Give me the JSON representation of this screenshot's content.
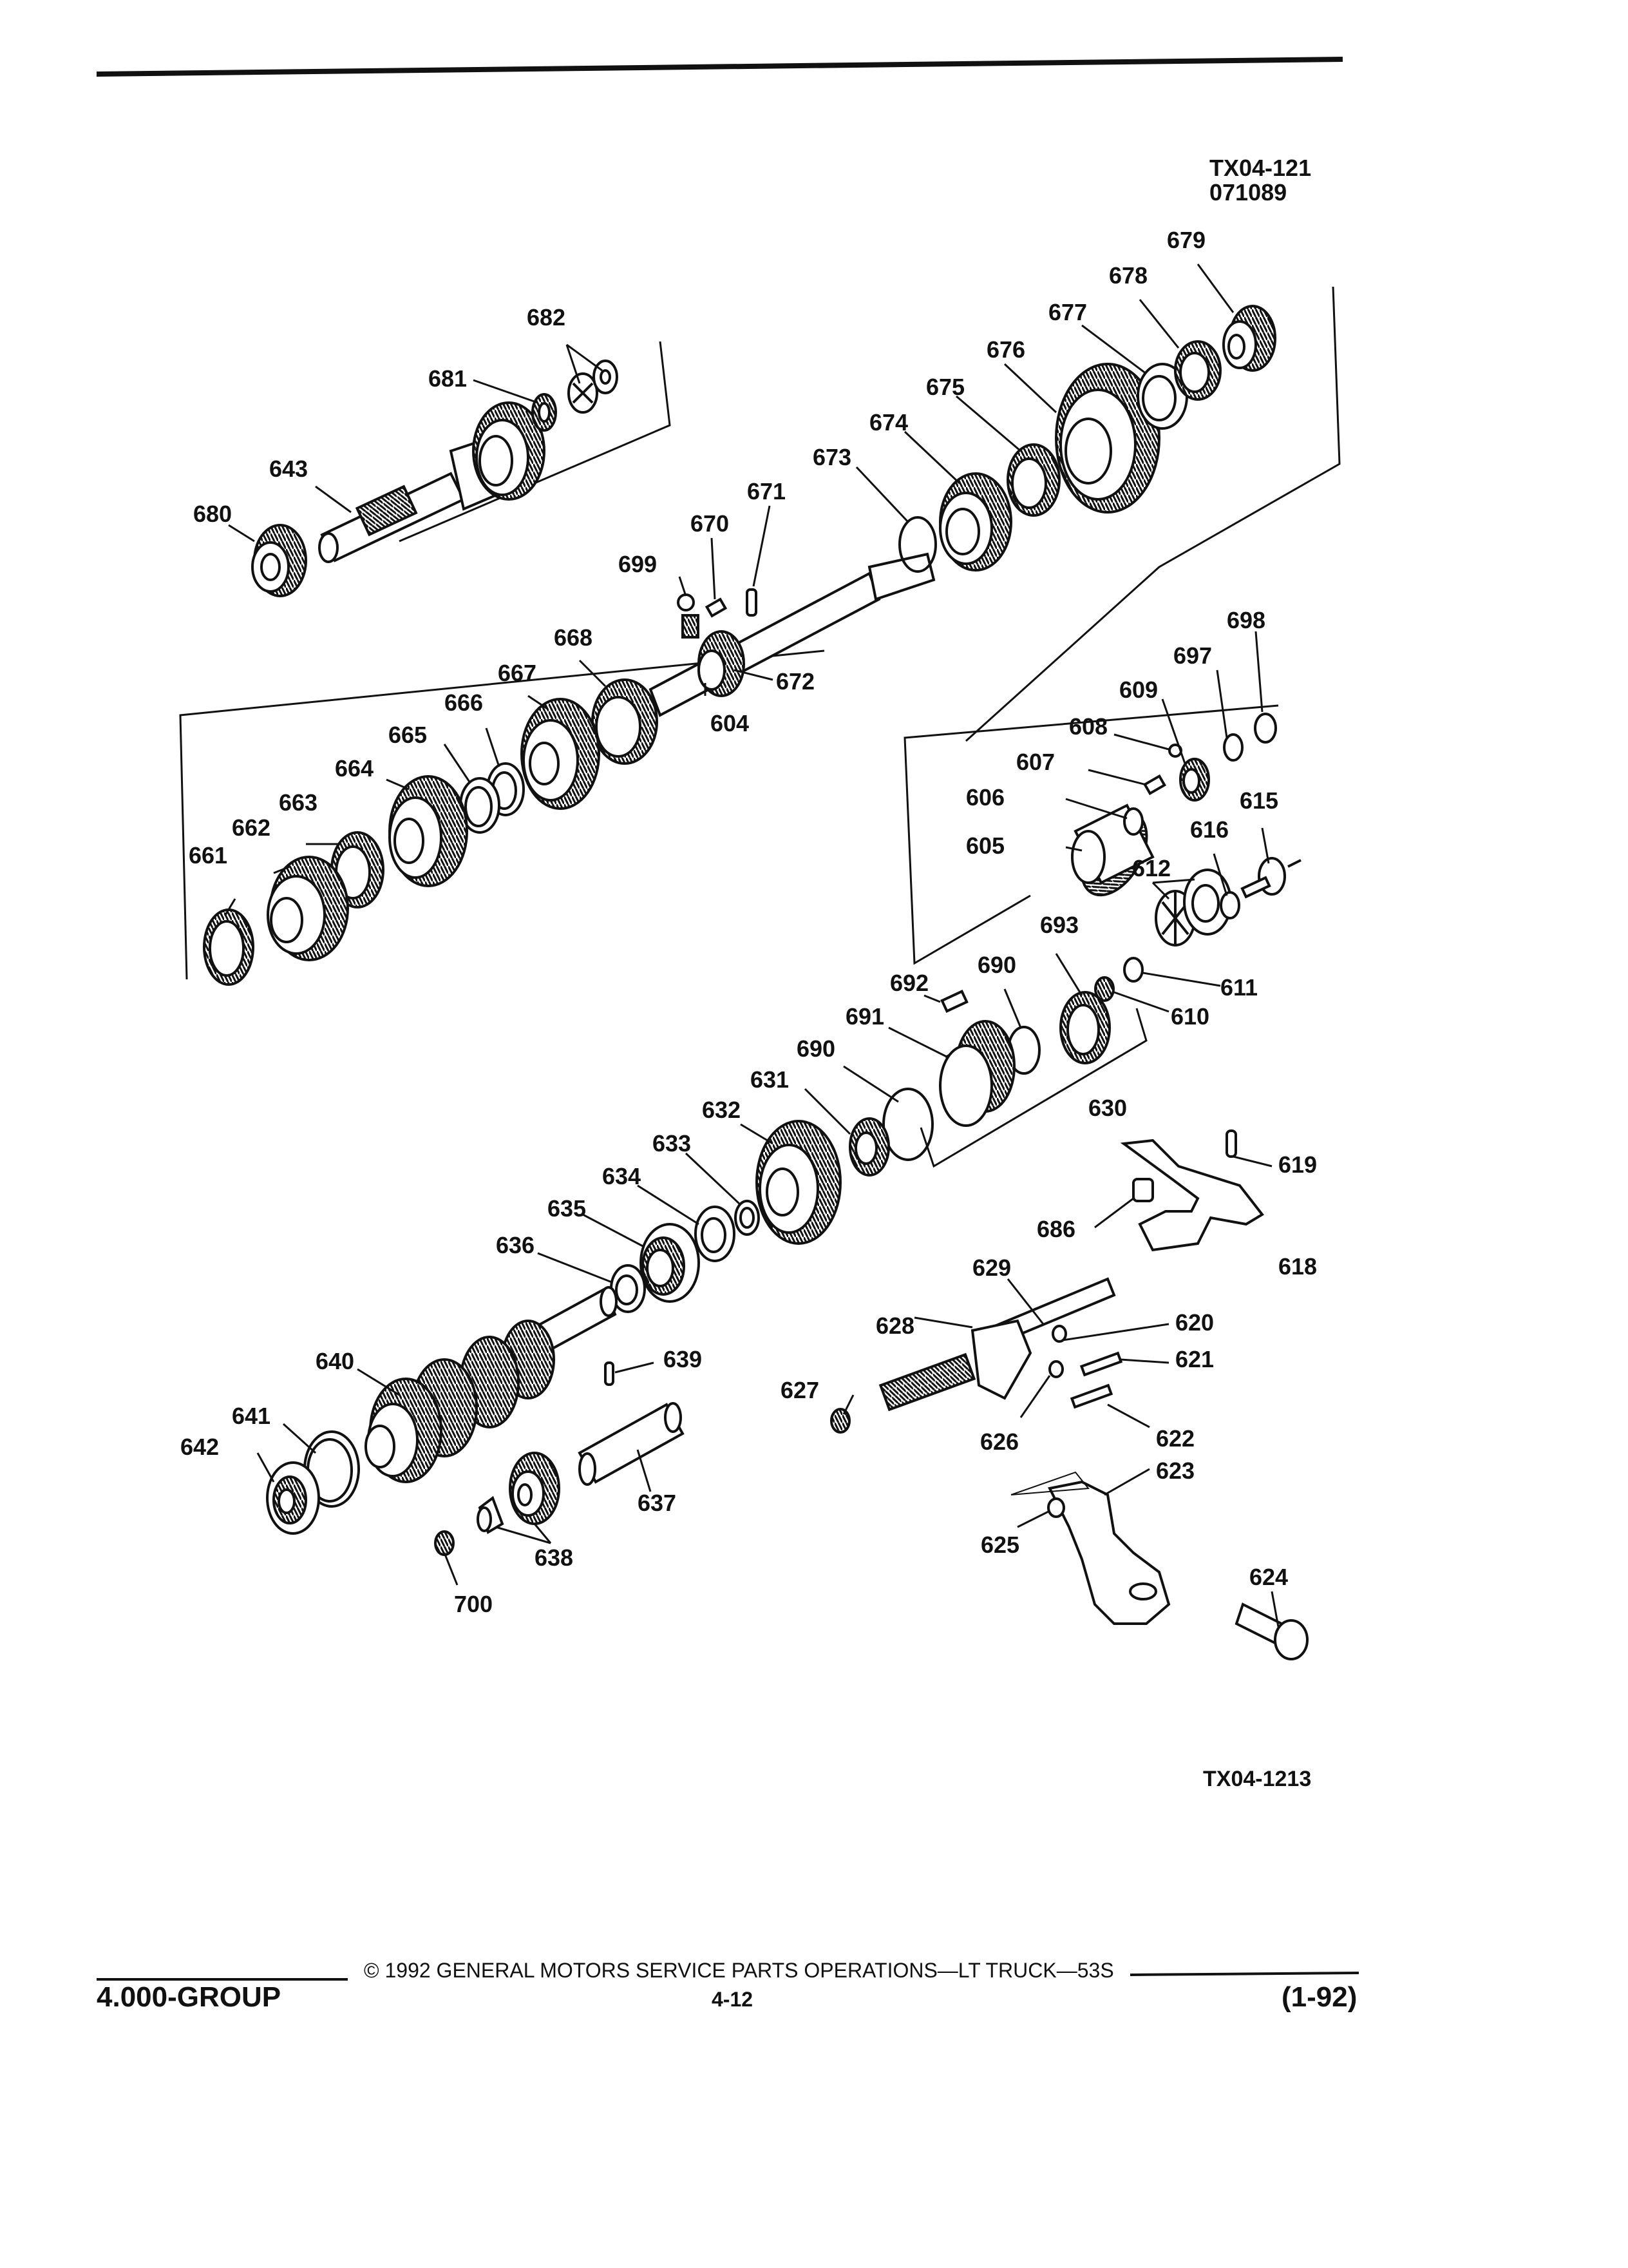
{
  "header": {
    "figure_code": "TX04-121",
    "figure_date": "071089"
  },
  "parts": {
    "p604": "604",
    "p605": "605",
    "p606": "606",
    "p607": "607",
    "p608": "608",
    "p609": "609",
    "p610": "610",
    "p611": "611",
    "p612": "612",
    "p615": "615",
    "p616": "616",
    "p618": "618",
    "p619": "619",
    "p620": "620",
    "p621": "621",
    "p622": "622",
    "p623": "623",
    "p624": "624",
    "p625": "625",
    "p626": "626",
    "p627": "627",
    "p628": "628",
    "p629": "629",
    "p630": "630",
    "p631": "631",
    "p632": "632",
    "p633": "633",
    "p634": "634",
    "p635": "635",
    "p636": "636",
    "p637": "637",
    "p638": "638",
    "p639": "639",
    "p640": "640",
    "p641": "641",
    "p642": "642",
    "p643": "643",
    "p661": "661",
    "p662": "662",
    "p663": "663",
    "p664": "664",
    "p665": "665",
    "p666": "666",
    "p667": "667",
    "p668": "668",
    "p670": "670",
    "p671": "671",
    "p672": "672",
    "p673": "673",
    "p674": "674",
    "p675": "675",
    "p676": "676",
    "p677": "677",
    "p678": "678",
    "p679": "679",
    "p680": "680",
    "p681": "681",
    "p682": "682",
    "p686": "686",
    "p690a": "690",
    "p690b": "690",
    "p691": "691",
    "p692": "692",
    "p693": "693",
    "p697": "697",
    "p698": "698",
    "p699": "699",
    "p700": "700"
  },
  "figure_code_bottom": "TX04-1213",
  "footer": {
    "group": "4.000-GROUP",
    "copyright": "© 1992 GENERAL MOTORS SERVICE PARTS OPERATIONS—LT TRUCK—53S",
    "page": "4-12",
    "revision": "(1-92)"
  }
}
